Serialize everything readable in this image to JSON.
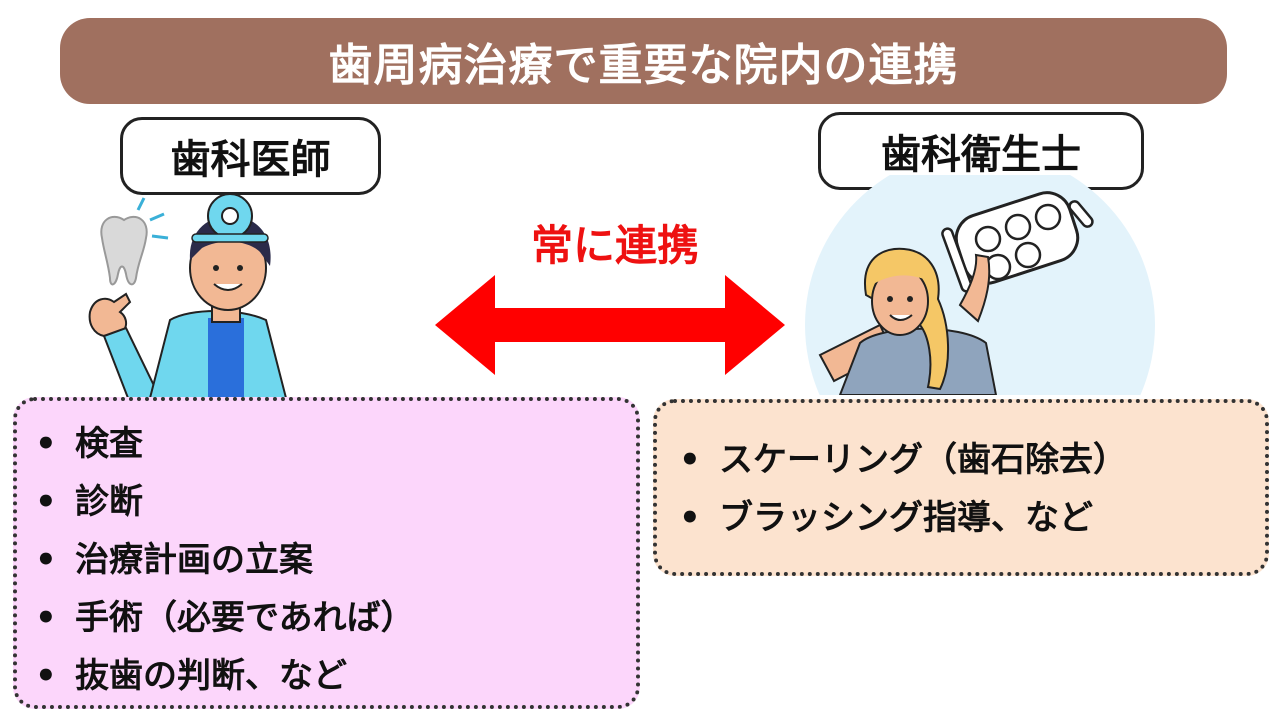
{
  "title": "歯周病治療で重要な院内の連携",
  "roles": {
    "dentist": "歯科医師",
    "hygienist": "歯科衛生士"
  },
  "center_label": "常に連携",
  "bullet_char": "•",
  "dentist_tasks": [
    "検査",
    "診断",
    "治療計画の立案",
    "手術（必要であれば）",
    "抜歯の判断、など"
  ],
  "hygienist_tasks": [
    "スケーリング（歯石除去）",
    "ブラッシング指導、など"
  ],
  "colors": {
    "title_bar": "#a0705f",
    "arrow": "#ff0000",
    "dentist_box": "#fcd6fb",
    "hygienist_box": "#fce3cf",
    "hygienist_bg_circle": "#e3f3fb"
  },
  "icons": [
    "tooth-icon",
    "dentist-figure",
    "hygienist-figure",
    "dental-lamp-icon",
    "double-arrow"
  ]
}
